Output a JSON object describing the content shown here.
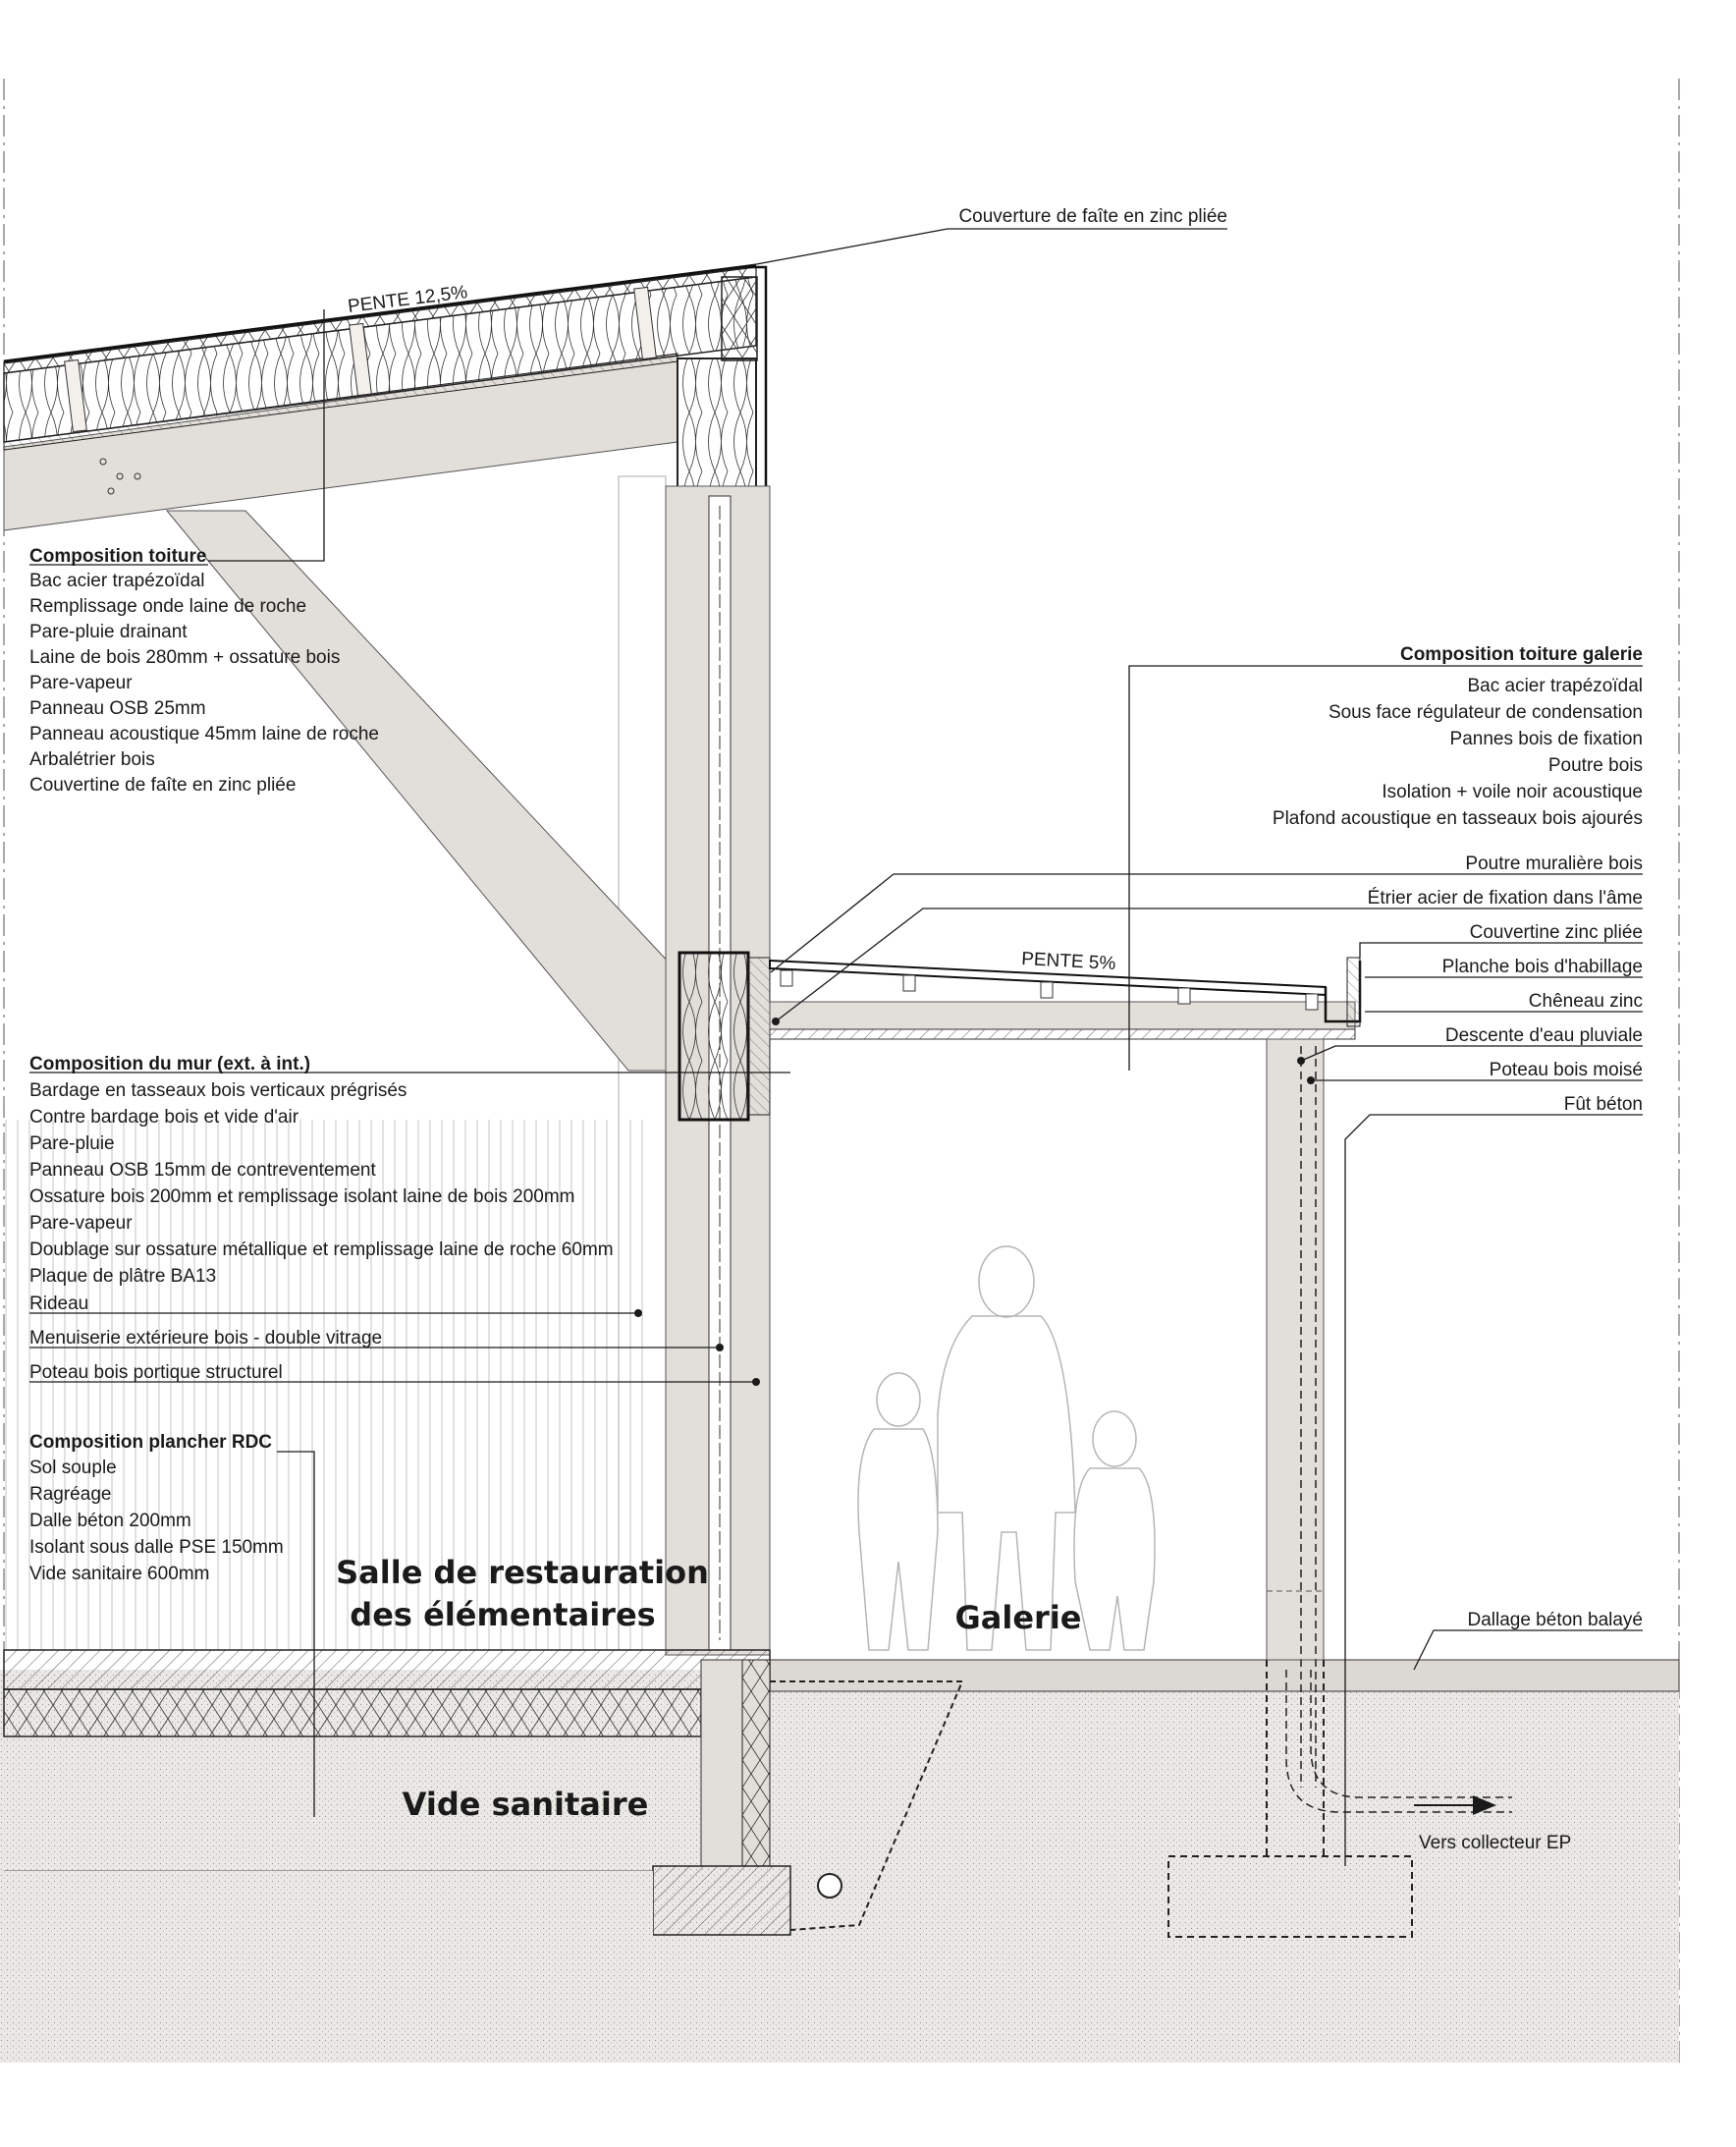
{
  "top_label": "Couverture de faîte en zinc pliée",
  "slopes": {
    "main_roof": "PENTE 12,5%",
    "gallery_roof": "PENTE 5%"
  },
  "rooms": {
    "restaurant_line1": "Salle de restauration",
    "restaurant_line2": "des élémentaires",
    "gallery": "Galerie",
    "crawlspace": "Vide sanitaire"
  },
  "roof_composition": {
    "title": "Composition toiture",
    "items": [
      "Bac acier trapézoïdal",
      "Remplissage onde laine de roche",
      "Pare-pluie drainant",
      "Laine de bois 280mm + ossature bois",
      "Pare-vapeur",
      "Panneau OSB 25mm",
      "Panneau acoustique 45mm laine de roche",
      "Arbalétrier bois",
      "Couvertine de faîte en zinc pliée"
    ]
  },
  "wall_composition": {
    "title": "Composition du mur (ext. à int.)",
    "items": [
      "Bardage en tasseaux bois verticaux prégrisés",
      "Contre bardage bois et vide d'air",
      "Pare-pluie",
      "Panneau OSB 15mm de contreventement",
      "Ossature bois 200mm et remplissage isolant laine de bois 200mm",
      "Pare-vapeur",
      "Doublage sur ossature métallique et remplissage laine de roche 60mm",
      "Plaque de plâtre BA13"
    ],
    "pointers": [
      "Rideau",
      "Menuiserie extérieure bois - double vitrage",
      "Poteau bois portique structurel"
    ]
  },
  "floor_composition": {
    "title": "Composition plancher RDC",
    "items": [
      "Sol souple",
      "Ragréage",
      "Dalle béton 200mm",
      "Isolant sous dalle PSE 150mm",
      "Vide sanitaire 600mm"
    ]
  },
  "gallery_roof_composition": {
    "title": "Composition toiture galerie",
    "items": [
      "Bac acier trapézoïdal",
      "Sous face régulateur de condensation",
      "Pannes bois de fixation",
      "Poutre bois ",
      "Isolation + voile noir acoustique",
      "Plafond acoustique en tasseaux bois ajourés"
    ]
  },
  "right_labels": [
    "Poutre muralière bois",
    "Étrier acier de fixation dans l'âme",
    "Couvertine zinc pliée",
    "Planche bois d'habillage",
    "Chêneau zinc",
    "Descente d'eau pluviale",
    "Poteau bois moisé",
    "Fût béton"
  ],
  "ground_label": "Dallage béton balayé",
  "drain_label": "Vers collecteur EP"
}
